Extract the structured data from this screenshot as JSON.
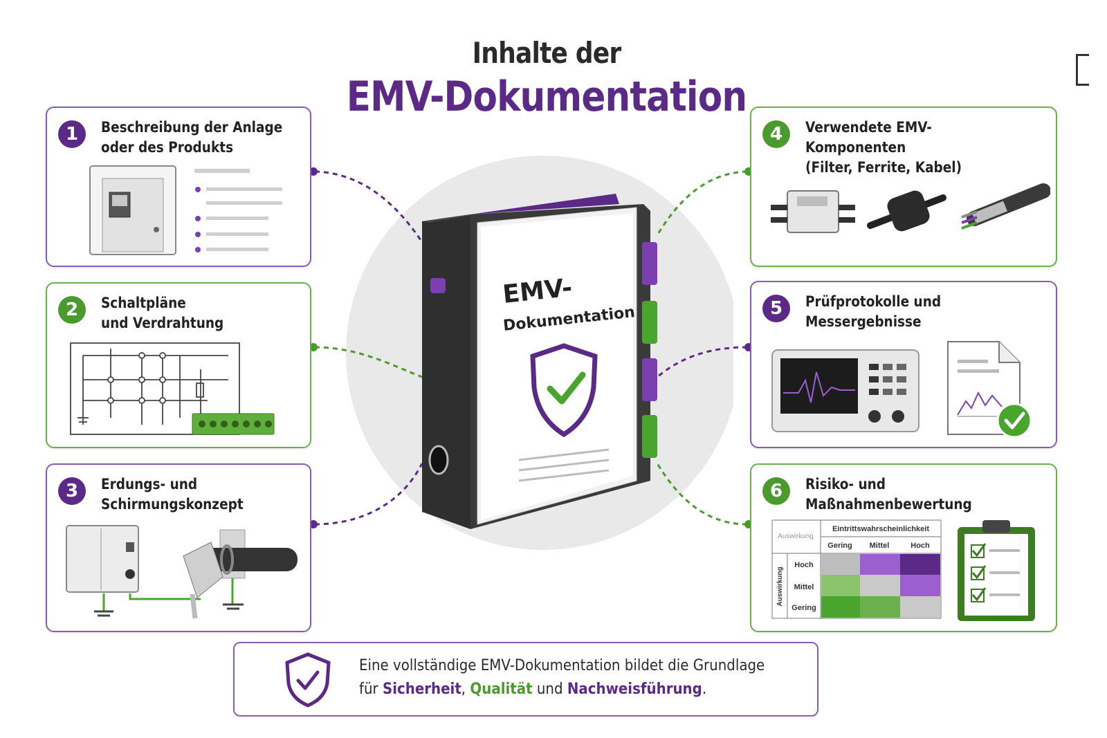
{
  "header": {
    "line1": "Inhalte der",
    "line2": "EMV-Dokumentation"
  },
  "binder": {
    "label_line1": "EMV-",
    "label_line2": "Dokumentation"
  },
  "cards": [
    {
      "number": "1",
      "title": "Beschreibung der Anlage\noder des Produkts"
    },
    {
      "number": "2",
      "title": "Schaltpläne\nund Verdrahtung"
    },
    {
      "number": "3",
      "title": "Erdungs- und\nSchirmungskonzept"
    },
    {
      "number": "4",
      "title": "Verwendete EMV-Komponenten\n(Filter, Ferrite, Kabel)"
    },
    {
      "number": "5",
      "title": "Prüfprotokolle und\nMessergebnisse"
    },
    {
      "number": "6",
      "title": "Risiko- und\nMaßnahmenbewertung"
    }
  ],
  "risk_matrix": {
    "corner": "Auswirkung",
    "column_header": "Eintrittswahrscheinlichkeit",
    "columns": [
      "Gering",
      "Mittel",
      "Hoch"
    ],
    "row_header": "Auswirkung",
    "rows": [
      "Hoch",
      "Mittel",
      "Gering"
    ]
  },
  "footer": {
    "line1": "Eine vollständige EMV-Dokumentation bildet die Grundlage",
    "prefix": "für ",
    "word1": "Sicherheit",
    "sep1": ", ",
    "word2": "Qualität",
    "sep2": " und ",
    "word3": "Nachweisführung",
    "suffix": "."
  },
  "colors": {
    "purple": "#5b2a86",
    "green": "#4a9a2e",
    "card_purple_border": "#8a5cb0",
    "card_green_border": "#6ab04c"
  },
  "icons": [
    "control-cabinet-icon",
    "text-lines-icon",
    "circuit-diagram-icon",
    "terminal-block-icon",
    "grounding-icon",
    "shielded-cable-icon",
    "emc-filter-icon",
    "ferrite-core-icon",
    "cable-icon",
    "oscilloscope-icon",
    "report-icon",
    "check-badge-icon",
    "risk-matrix",
    "clipboard-icon",
    "shield-check-icon",
    "binder-icon"
  ]
}
